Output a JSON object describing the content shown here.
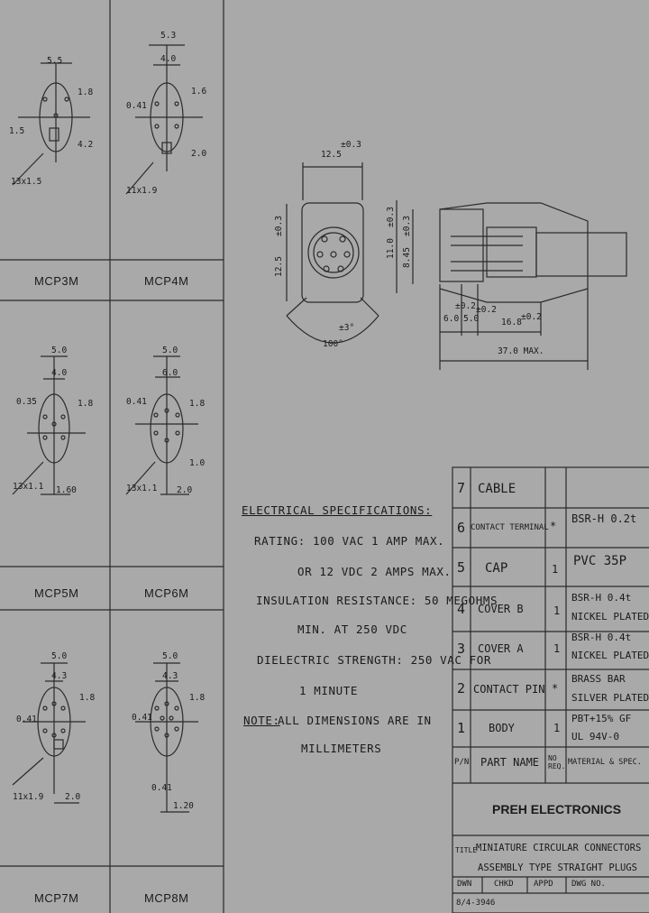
{
  "drawing": {
    "connector_views": [
      {
        "label": "MCP3M",
        "dims": [
          "5.5",
          "1.8",
          "1.5",
          "13x1.5",
          "4.2"
        ]
      },
      {
        "label": "MCP4M",
        "dims": [
          "5.3",
          "4.0",
          "0.41",
          "1.6",
          "2.0",
          "11x1.9"
        ]
      },
      {
        "label": "MCP5M",
        "dims": [
          "5.0",
          "4.0",
          "0.35",
          "1.8",
          "1.60",
          "13x1.1"
        ]
      },
      {
        "label": "MCP6M",
        "dims": [
          "5.0",
          "6.0",
          "0.41",
          "1.8",
          "1.0",
          "2.0",
          "13x1.1"
        ]
      },
      {
        "label": "MCP7M",
        "dims": [
          "5.0",
          "4.3",
          "0.41",
          "1.8",
          "2.0",
          "11x1.9"
        ]
      },
      {
        "label": "MCP8M",
        "dims": [
          "5.0",
          "4.3",
          "0.41",
          "1.8",
          "0.41",
          "1.20"
        ]
      }
    ],
    "front_view": {
      "width": "12.5",
      "width_tol": "±0.3",
      "height": "12.5",
      "height_tol": "±0.3",
      "angle": "100°",
      "angle_tol": "±3°"
    },
    "side_view": {
      "d1": "11.0",
      "d1_tol": "±0.3",
      "d2": "8.45",
      "d2_tol": "±0.3",
      "l1": "6.0",
      "l1_tol": "±0.2",
      "l2": "5.0",
      "l2_tol": "±0.2",
      "l3": "16.8",
      "l3_tol": "±0.2",
      "total": "37.0 MAX."
    },
    "specs": {
      "title": "ELECTRICAL SPECIFICATIONS:",
      "lines": [
        "RATING: 100 VAC 1 AMP MAX.",
        "OR 12 VDC 2 AMPS MAX.",
        "INSULATION RESISTANCE: 50 MEGOHMS",
        "MIN. AT 250 VDC",
        "DIELECTRIC STRENGTH: 250 VAC FOR",
        "1 MINUTE"
      ],
      "note_label": "NOTE:",
      "note": "ALL DIMENSIONS ARE IN",
      "note2": "MILLIMETERS"
    },
    "bom": {
      "rows": [
        {
          "no": "7",
          "name": "CABLE",
          "qty": "",
          "material": ""
        },
        {
          "no": "6",
          "name": "CONTACT TERMINAL",
          "qty": "*",
          "material": "BSR-H 0.2t"
        },
        {
          "no": "5",
          "name": "CAP",
          "qty": "1",
          "material": "PVC 35P"
        },
        {
          "no": "4",
          "name": "COVER B",
          "qty": "1",
          "material": "BSR-H 0.4t",
          "material2": "NICKEL PLATED"
        },
        {
          "no": "3",
          "name": "COVER A",
          "qty": "1",
          "material": "BSR-H 0.4t",
          "material2": "NICKEL PLATED"
        },
        {
          "no": "2",
          "name": "CONTACT PIN",
          "qty": "*",
          "material": "BRASS BAR",
          "material2": "SILVER PLATED"
        },
        {
          "no": "1",
          "name": "BODY",
          "qty": "1",
          "material": "PBT+15% GF",
          "material2": "UL 94V-0"
        }
      ],
      "header": {
        "no": "P/N",
        "name": "PART NAME",
        "qty": "NO REQ.",
        "material": "MATERIAL & SPEC."
      },
      "company": "PREH ELECTRONICS",
      "title_label": "TITLE",
      "title1": "MINIATURE CIRCULAR CONNECTORS",
      "title2": "ASSEMBLY TYPE STRAIGHT PLUGS",
      "dwn": "DWN",
      "chkd": "CHKD",
      "appd": "APPD",
      "dwg_no": "DWG NO.",
      "date": "8/4-3946"
    }
  }
}
